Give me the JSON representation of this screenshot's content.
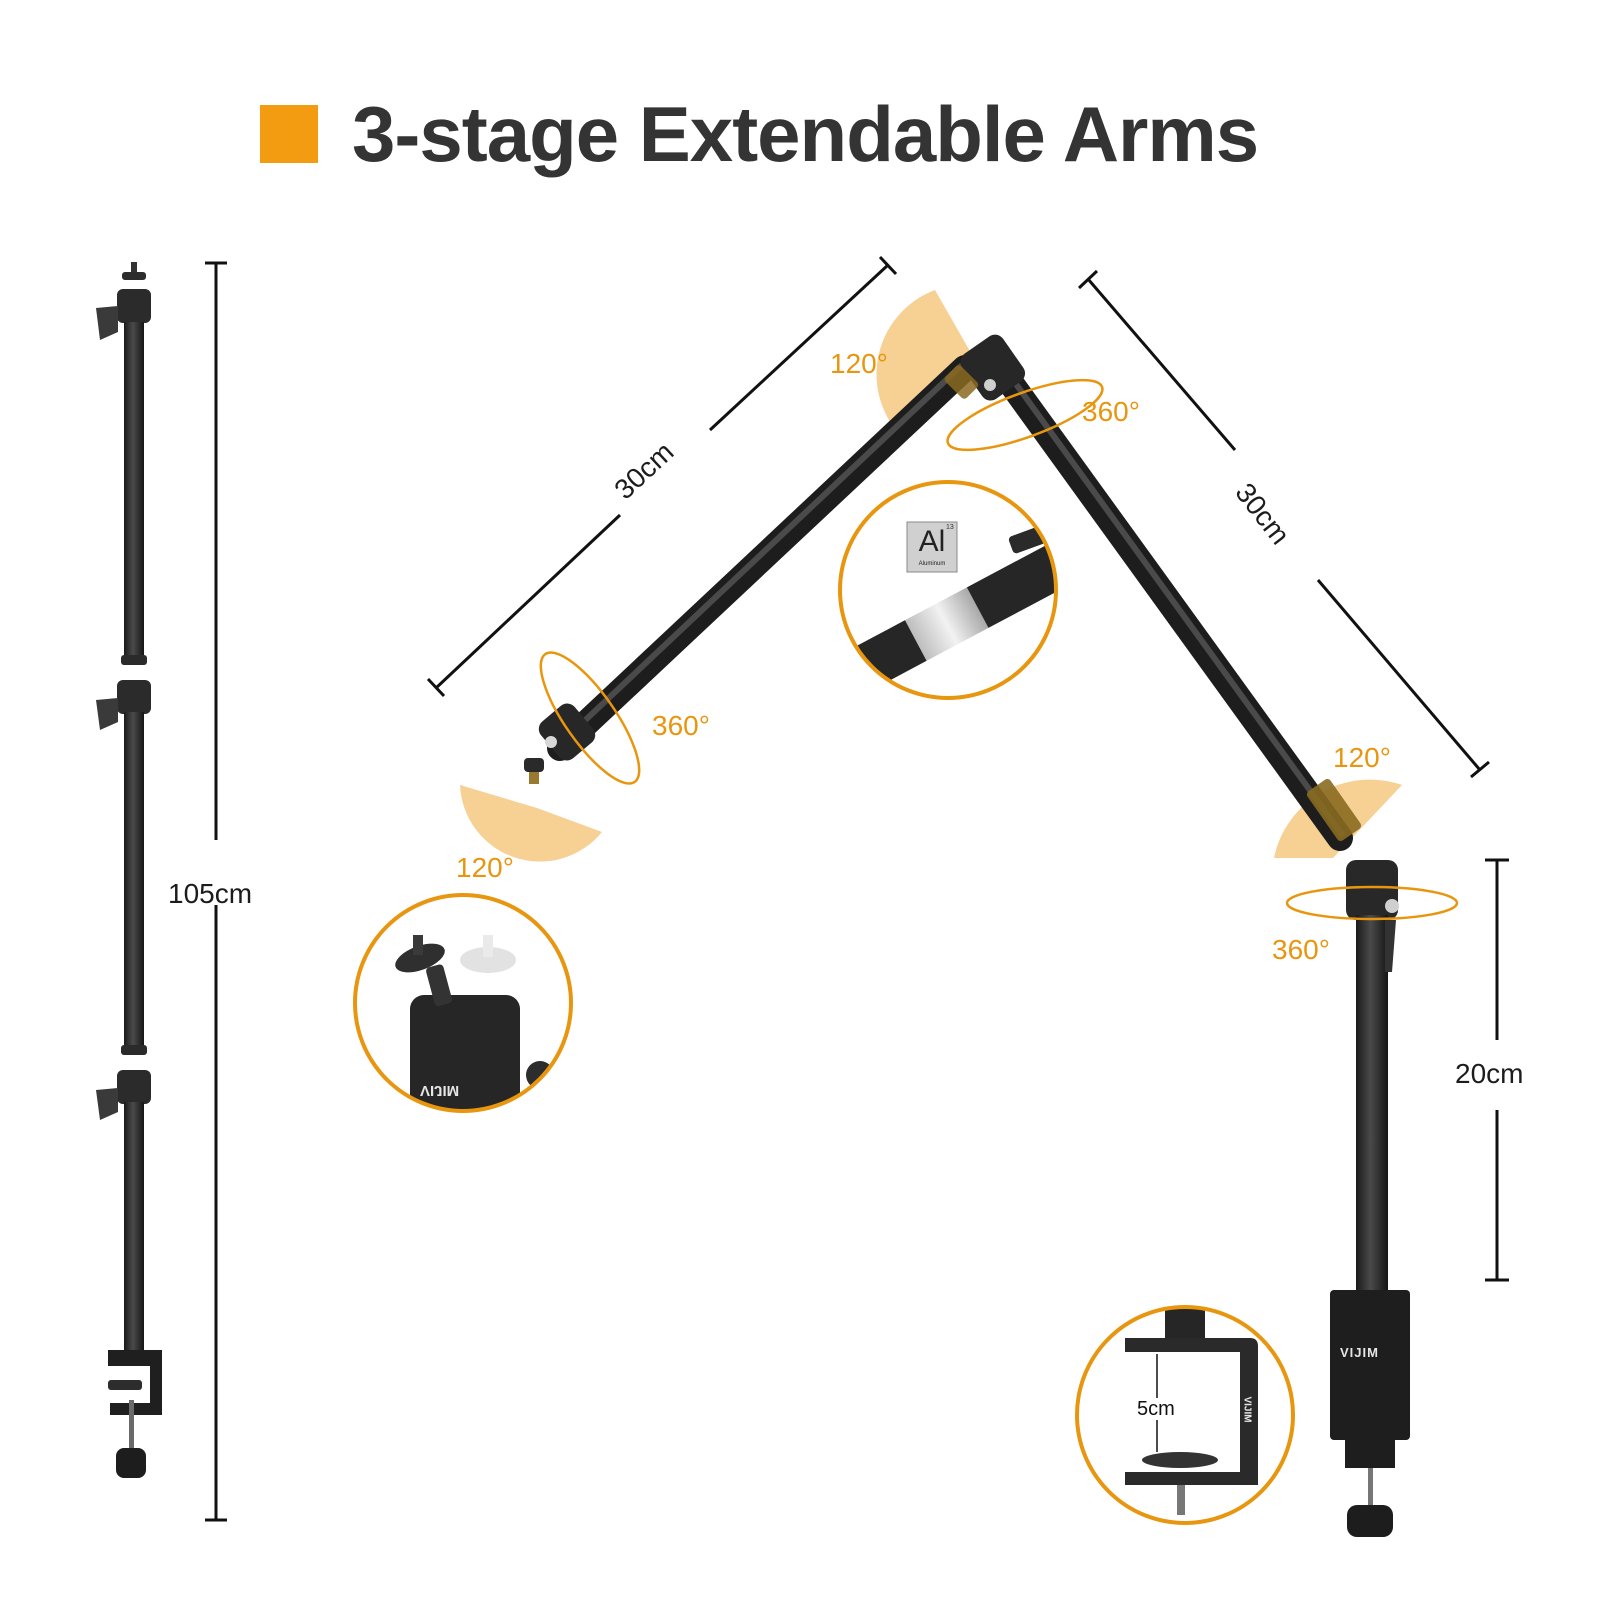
{
  "header": {
    "title": "3-stage Extendable Arms",
    "accent_color": "#f39c12"
  },
  "colors": {
    "accent": "#f39c12",
    "angle_fill": "#f6c880",
    "angle_text": "#e8960f",
    "metal": "#2a2a2a",
    "dimension_line": "#111111"
  },
  "left_pole": {
    "total_length": "105cm"
  },
  "arm": {
    "segment_1_length": "30cm",
    "segment_2_length": "30cm",
    "base_height": "20cm",
    "angles": {
      "top_joint_tilt": "120°",
      "top_joint_rotate": "360°",
      "left_end_rotate": "360°",
      "left_end_tilt": "120°",
      "base_joint_tilt": "120°",
      "base_joint_rotate": "360°"
    }
  },
  "callouts": {
    "material": {
      "symbol": "Al",
      "atomic_number": "13",
      "name": "Aluminum"
    },
    "ball_head": {
      "brand": "VIJIM"
    },
    "clamp": {
      "opening": "5cm",
      "brand": "VIJIM"
    }
  },
  "base": {
    "brand": "VIJIM"
  }
}
